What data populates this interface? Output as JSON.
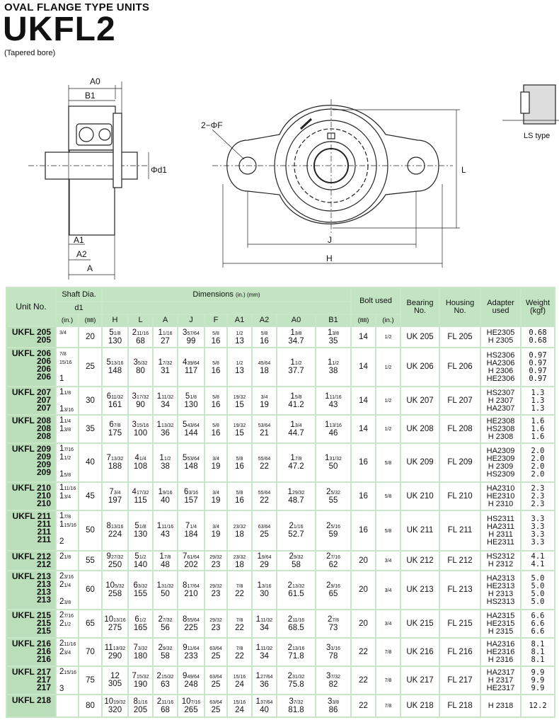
{
  "header": {
    "subtitle": "OVAL FLANGE TYPE UNITS",
    "title": "UKFL2",
    "note": "(Tapered bore)"
  },
  "drawing": {
    "labels": {
      "a0": "A0",
      "b1": "B1",
      "d1": "Φd1",
      "a1": "A1",
      "a2": "A2",
      "a": "A",
      "f": "2−ΦF",
      "j": "J",
      "h": "H",
      "l": "L",
      "ls": "LS type"
    }
  },
  "table": {
    "headers": {
      "unit": "Unit No.",
      "shaft": "Shaft Dia.",
      "d1": "d1",
      "in": "(in.)",
      "mm": "(㎜)",
      "dimensions": "Dimensions",
      "dim_units": "(in.) (mm)",
      "bolt": "Bolt used",
      "bearing": "Bearing No.",
      "housing": "Housing No.",
      "adapter": "Adapter used",
      "weight": "Weight (kgf)",
      "dims": [
        "H",
        "L",
        "A",
        "J",
        "F",
        "A1",
        "A2",
        "A0",
        "B1"
      ]
    },
    "rows": [
      {
        "units": [
          "UKFL 205",
          "205"
        ],
        "d_in": [
          "3/4"
        ],
        "d_mm": "20",
        "dims": [
          [
            "5 1/8",
            "130"
          ],
          [
            "2 11/16",
            "68"
          ],
          [
            "1 1/16",
            "27"
          ],
          [
            "3 57/64",
            "99"
          ],
          [
            "5/8",
            "16"
          ],
          [
            "1/2",
            "13"
          ],
          [
            "5/8",
            "16"
          ],
          [
            "1 3/8",
            "34.7"
          ],
          [
            "1 3/8",
            "35"
          ]
        ],
        "bolt_mm": "14",
        "bolt_in": "1/2",
        "bearing": "UK 205",
        "housing": "FL 205",
        "adapters": [
          "HE2305",
          "H 2305"
        ],
        "weights": [
          "0.68",
          "0.68"
        ]
      },
      {
        "units": [
          "UKFL 206",
          "206",
          "206",
          "206"
        ],
        "d_in": [
          "7/8",
          "15/16",
          "",
          "1"
        ],
        "d_mm": "25",
        "dims": [
          [
            "5 13/16",
            "148"
          ],
          [
            "3 5/32",
            "80"
          ],
          [
            "1 7/32",
            "31"
          ],
          [
            "4 39/64",
            "117"
          ],
          [
            "5/8",
            "16"
          ],
          [
            "1/2",
            "13"
          ],
          [
            "45/64",
            "18"
          ],
          [
            "1 1/2",
            "37.7"
          ],
          [
            "1 1/2",
            "38"
          ]
        ],
        "bolt_mm": "14",
        "bolt_in": "1/2",
        "bearing": "UK 206",
        "housing": "FL 206",
        "adapters": [
          "HS2306",
          "HA2306",
          "H 2306",
          "HE2306"
        ],
        "weights": [
          "0.97",
          "0.97",
          "0.97",
          "0.97"
        ]
      },
      {
        "units": [
          "UKFL 207",
          "207",
          "207"
        ],
        "d_in": [
          "1 1/8",
          "",
          "1 3/16"
        ],
        "d_mm": "30",
        "dims": [
          [
            "6 11/32",
            "161"
          ],
          [
            "3 17/32",
            "90"
          ],
          [
            "1 11/32",
            "34"
          ],
          [
            "5 1/8",
            "130"
          ],
          [
            "5/8",
            "16"
          ],
          [
            "19/32",
            "15"
          ],
          [
            "3/4",
            "19"
          ],
          [
            "1 5/8",
            "41.2"
          ],
          [
            "1 11/16",
            "43"
          ]
        ],
        "bolt_mm": "14",
        "bolt_in": "1/2",
        "bearing": "UK 207",
        "housing": "FL 207",
        "adapters": [
          "HS2307",
          "H 2307",
          "HA2307"
        ],
        "weights": [
          "1.3",
          "1.3",
          "1.3"
        ]
      },
      {
        "units": [
          "UKFL 208",
          "208",
          "208"
        ],
        "d_in": [
          "1 1/4",
          "1 3/8"
        ],
        "d_mm": "35",
        "dims": [
          [
            "6 7/8",
            "175"
          ],
          [
            "3 15/16",
            "100"
          ],
          [
            "1 13/32",
            "36"
          ],
          [
            "5 43/64",
            "144"
          ],
          [
            "5/8",
            "16"
          ],
          [
            "19/32",
            "15"
          ],
          [
            "53/64",
            "21"
          ],
          [
            "1 3/4",
            "44.7"
          ],
          [
            "1 13/16",
            "46"
          ]
        ],
        "bolt_mm": "14",
        "bolt_in": "1/2",
        "bearing": "UK 208",
        "housing": "FL 208",
        "adapters": [
          "HE2308",
          "HS2308",
          "H 2308"
        ],
        "weights": [
          "1.6",
          "1.6",
          "1.6"
        ]
      },
      {
        "units": [
          "UKFL 209",
          "209",
          "209",
          "209"
        ],
        "d_in": [
          "1 7/16",
          "1 1/2",
          "",
          "1 5/8"
        ],
        "d_mm": "40",
        "dims": [
          [
            "7 13/32",
            "188"
          ],
          [
            "4 1/4",
            "108"
          ],
          [
            "1 1/2",
            "38"
          ],
          [
            "5 53/64",
            "148"
          ],
          [
            "3/4",
            "19"
          ],
          [
            "5/8",
            "16"
          ],
          [
            "55/64",
            "22"
          ],
          [
            "1 7/8",
            "47.2"
          ],
          [
            "1 31/32",
            "50"
          ]
        ],
        "bolt_mm": "16",
        "bolt_in": "5/8",
        "bearing": "UK 209",
        "housing": "FL 209",
        "adapters": [
          "HA2309",
          "HE2309",
          "H 2309",
          "HS2309"
        ],
        "weights": [
          "2.0",
          "2.0",
          "2.0",
          "2.0"
        ]
      },
      {
        "units": [
          "UKFL 210",
          "210",
          "210"
        ],
        "d_in": [
          "1 11/16",
          "1 3/4"
        ],
        "d_mm": "45",
        "dims": [
          [
            "7 3/4",
            "197"
          ],
          [
            "4 17/32",
            "115"
          ],
          [
            "1 9/16",
            "40"
          ],
          [
            "6 3/16",
            "157"
          ],
          [
            "3/4",
            "19"
          ],
          [
            "5/8",
            "16"
          ],
          [
            "55/64",
            "22"
          ],
          [
            "1 29/32",
            "48.7"
          ],
          [
            "2 5/32",
            "55"
          ]
        ],
        "bolt_mm": "16",
        "bolt_in": "5/8",
        "bearing": "UK 210",
        "housing": "FL 210",
        "adapters": [
          "HA2310",
          "HE2310",
          "H 2310"
        ],
        "weights": [
          "2.3",
          "2.3",
          "2.3"
        ]
      },
      {
        "units": [
          "UKFL 211",
          "211",
          "211",
          "211"
        ],
        "d_in": [
          "1 7/8",
          "1 15/16",
          "",
          "2"
        ],
        "d_mm": "50",
        "dims": [
          [
            "8 13/16",
            "224"
          ],
          [
            "5 1/8",
            "130"
          ],
          [
            "1 11/16",
            "43"
          ],
          [
            "7 1/4",
            "184"
          ],
          [
            "3/4",
            "19"
          ],
          [
            "23/32",
            "18"
          ],
          [
            "63/64",
            "25"
          ],
          [
            "2 1/16",
            "52.7"
          ],
          [
            "2 5/16",
            "59"
          ]
        ],
        "bolt_mm": "16",
        "bolt_in": "5/8",
        "bearing": "UK 211",
        "housing": "FL 211",
        "adapters": [
          "HS2311",
          "HA2311",
          "H 2311",
          "HE2311"
        ],
        "weights": [
          "3.3",
          "3.3",
          "3.3",
          "3.3"
        ]
      },
      {
        "units": [
          "UKFL 212",
          "212"
        ],
        "d_in": [
          "2 1/8"
        ],
        "d_mm": "55",
        "dims": [
          [
            "9 27/32",
            "250"
          ],
          [
            "5 1/2",
            "140"
          ],
          [
            "1 7/8",
            "48"
          ],
          [
            "7 61/64",
            "202"
          ],
          [
            "29/32",
            "23"
          ],
          [
            "23/32",
            "18"
          ],
          [
            "1 9/64",
            "29"
          ],
          [
            "2 9/32",
            "58"
          ],
          [
            "2 7/16",
            "62"
          ]
        ],
        "bolt_mm": "20",
        "bolt_in": "3/4",
        "bearing": "UK 212",
        "housing": "FL 212",
        "adapters": [
          "HS2312",
          "H 2312"
        ],
        "weights": [
          "4.1",
          "4.1"
        ]
      },
      {
        "units": [
          "UKFL 213",
          "213",
          "213",
          "213"
        ],
        "d_in": [
          "2 3/16",
          "2 1/4",
          "",
          "2 3/8"
        ],
        "d_mm": "60",
        "dims": [
          [
            "10 5/32",
            "258"
          ],
          [
            "6 3/32",
            "155"
          ],
          [
            "1 31/32",
            "50"
          ],
          [
            "8 17/64",
            "210"
          ],
          [
            "29/32",
            "23"
          ],
          [
            "7/8",
            "22"
          ],
          [
            "1 3/16",
            "30"
          ],
          [
            "2 13/32",
            "61.5"
          ],
          [
            "2 9/16",
            "65"
          ]
        ],
        "bolt_mm": "20",
        "bolt_in": "3/4",
        "bearing": "UK 213",
        "housing": "FL 213",
        "adapters": [
          "HA2313",
          "HE2313",
          "H 2313",
          "HS2313"
        ],
        "weights": [
          "5.0",
          "5.0",
          "5.0",
          "5.0"
        ]
      },
      {
        "units": [
          "UKFL 215",
          "215",
          "215"
        ],
        "d_in": [
          "2 7/16",
          "2 1/2"
        ],
        "d_mm": "65",
        "dims": [
          [
            "10 13/16",
            "275"
          ],
          [
            "6 1/2",
            "165"
          ],
          [
            "2 7/32",
            "56"
          ],
          [
            "8 55/64",
            "225"
          ],
          [
            "29/32",
            "23"
          ],
          [
            "7/8",
            "22"
          ],
          [
            "1 11/32",
            "34"
          ],
          [
            "2 11/16",
            "68.5"
          ],
          [
            "2 7/8",
            "73"
          ]
        ],
        "bolt_mm": "20",
        "bolt_in": "3/4",
        "bearing": "UK 215",
        "housing": "FL 215",
        "adapters": [
          "HA2315",
          "HE2315",
          "H 2315"
        ],
        "weights": [
          "6.6",
          "6.6",
          "6.6"
        ]
      },
      {
        "units": [
          "UKFL 216",
          "216",
          "216"
        ],
        "d_in": [
          "2 11/16",
          "2 3/4"
        ],
        "d_mm": "70",
        "dims": [
          [
            "11 13/32",
            "290"
          ],
          [
            "7 3/32",
            "180"
          ],
          [
            "2 9/32",
            "58"
          ],
          [
            "9 11/64",
            "233"
          ],
          [
            "63/64",
            "25"
          ],
          [
            "7/8",
            "22"
          ],
          [
            "1 11/32",
            "34"
          ],
          [
            "2 13/16",
            "71.8"
          ],
          [
            "3 1/16",
            "78"
          ]
        ],
        "bolt_mm": "22",
        "bolt_in": "7/8",
        "bearing": "UK 216",
        "housing": "FL 216",
        "adapters": [
          "HA2316",
          "HE2316",
          "H 2316"
        ],
        "weights": [
          "8.1",
          "8.1",
          "8.1"
        ]
      },
      {
        "units": [
          "UKFL 217",
          "217",
          "217"
        ],
        "d_in": [
          "2 15/16",
          "",
          "3"
        ],
        "d_mm": "75",
        "dims": [
          [
            "12",
            "305"
          ],
          [
            "7 15/32",
            "190"
          ],
          [
            "2 15/32",
            "63"
          ],
          [
            "9 49/64",
            "248"
          ],
          [
            "63/64",
            "25"
          ],
          [
            "15/16",
            "24"
          ],
          [
            "1 27/64",
            "36"
          ],
          [
            "2 31/32",
            "75.8"
          ],
          [
            "3 7/32",
            "82"
          ]
        ],
        "bolt_mm": "22",
        "bolt_in": "7/8",
        "bearing": "UK 217",
        "housing": "FL 217",
        "adapters": [
          "HA2317",
          "H 2317",
          "HE2317"
        ],
        "weights": [
          "9.9",
          "9.9",
          "9.9"
        ]
      },
      {
        "units": [
          "UKFL 218"
        ],
        "d_in": [],
        "d_mm": "80",
        "dims": [
          [
            "10 19/32",
            "320"
          ],
          [
            "8 1/16",
            "205"
          ],
          [
            "2 11/16",
            "68"
          ],
          [
            "10 7/16",
            "265"
          ],
          [
            "63/64",
            "25"
          ],
          [
            "15/16",
            "24"
          ],
          [
            "1 37/64",
            "40"
          ],
          [
            "3 7/32",
            "81.8"
          ],
          [
            "3 3/8",
            "86"
          ]
        ],
        "bolt_mm": "22",
        "bolt_in": "7/8",
        "bearing": "UK 218",
        "housing": "FL 218",
        "adapters": [
          "H 2318"
        ],
        "weights": [
          "12.2"
        ]
      }
    ]
  }
}
